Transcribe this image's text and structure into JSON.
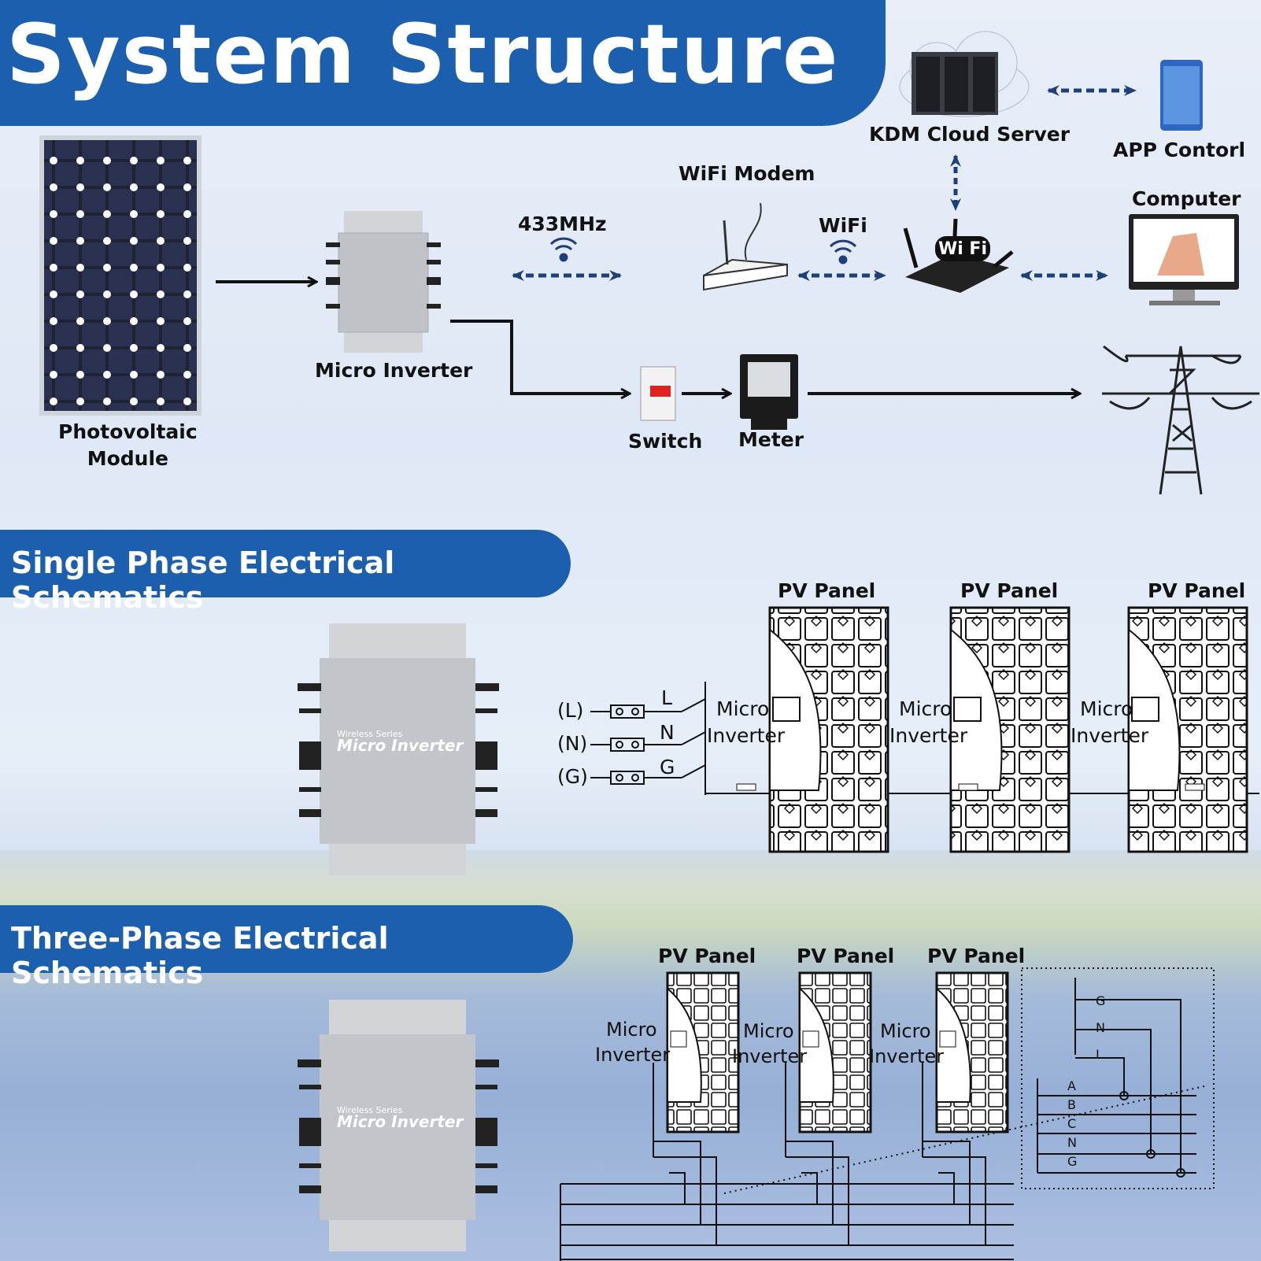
{
  "title": "System Structure",
  "overview": {
    "pv_module": "Photovoltaic\nModule",
    "micro_inverter": "Micro Inverter",
    "freq": "433MHz",
    "wifi_modem": "WiFi Modem",
    "wifi": "WiFi",
    "router_badge": "Wi Fi",
    "cloud": "KDM Cloud Server",
    "app": "APP Contorl",
    "computer": "Computer",
    "switch": "Switch",
    "meter": "Meter",
    "device_text": "Micro Inverter"
  },
  "single_phase": {
    "title": "Single Phase Electrical Schematics",
    "panel_label": "PV Panel",
    "micro_label_1": "Micro",
    "micro_label_2": "Inverter",
    "terminals": [
      "(L)",
      "(N)",
      "(G)"
    ],
    "lines": [
      "L",
      "N",
      "G"
    ],
    "device_text": "Micro Inverter",
    "device_small": "Wireless Series"
  },
  "three_phase": {
    "title": "Three-Phase Electrical Schematics",
    "panel_label": "PV Panel",
    "micro_label_1": "Micro",
    "micro_label_2": "Inverter",
    "grid_top": [
      "G",
      "N",
      "L"
    ],
    "grid_bus": [
      "A",
      "B",
      "C",
      "N",
      "G"
    ],
    "device_text": "Micro Inverter",
    "device_small": "Wireless Series"
  },
  "colors": {
    "banner": "#1c5fae",
    "arrow_dash": "#1f3f7a"
  }
}
